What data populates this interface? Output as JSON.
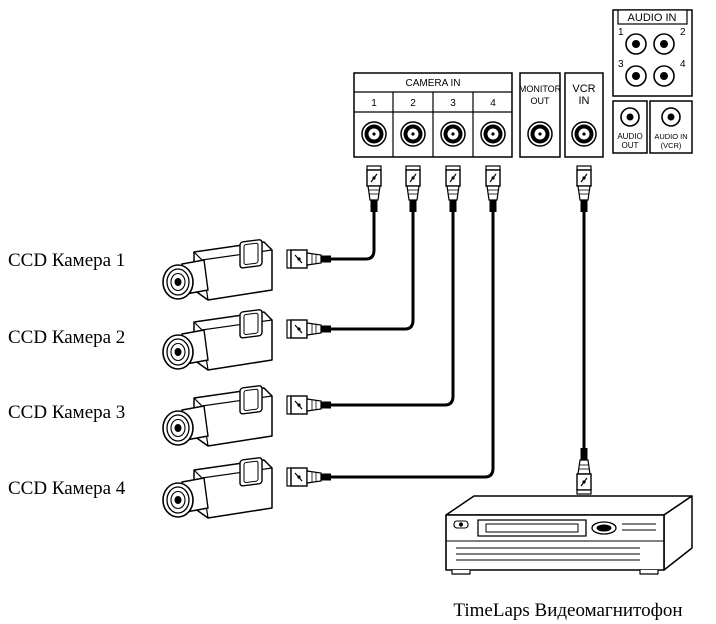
{
  "panel": {
    "camera_in": "CAMERA IN",
    "ports": [
      "1",
      "2",
      "3",
      "4"
    ],
    "monitor_out": [
      "MONITOR",
      "OUT"
    ],
    "vcr_in": [
      "VCR",
      "IN"
    ],
    "audio_in": "AUDIO IN",
    "audio_in_ports": [
      "1",
      "2",
      "3",
      "4"
    ],
    "audio_out": [
      "AUDIO",
      "OUT"
    ],
    "audio_in_vcr": [
      "AUDIO IN",
      "(VCR)"
    ]
  },
  "cameras": [
    {
      "label": "CCD Камера 1"
    },
    {
      "label": "CCD Камера 2"
    },
    {
      "label": "CCD Камера 3"
    },
    {
      "label": "CCD Камера 4"
    }
  ],
  "vcr": {
    "label": "TimeLaps Видеомагнитофон"
  },
  "colors": {
    "line": "#000000",
    "background": "#ffffff"
  }
}
